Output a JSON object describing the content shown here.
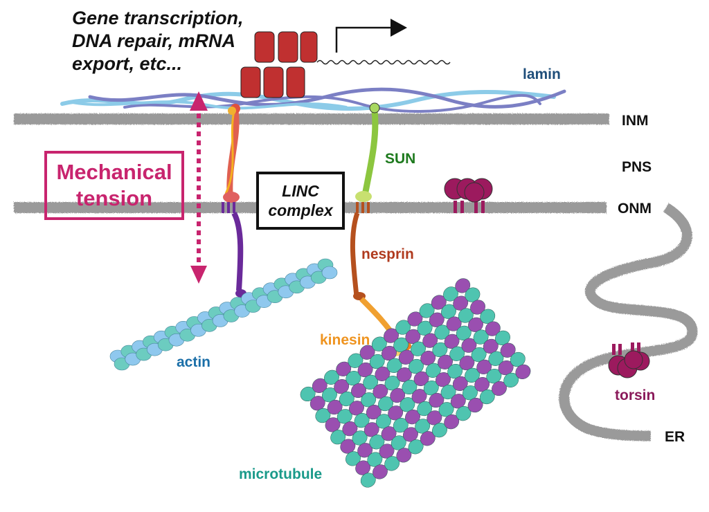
{
  "figure": {
    "headline_lines": [
      "Gene transcription,",
      "DNA repair, mRNA",
      "export, etc..."
    ],
    "mechanical_tension": [
      "Mechanical",
      "tension"
    ],
    "linc_complex": [
      "LINC",
      "complex"
    ],
    "labels": {
      "lamin": "lamin",
      "inm": "INM",
      "pns": "PNS",
      "onm": "ONM",
      "sun": "SUN",
      "nesprin": "nesprin",
      "actin": "actin",
      "kinesin": "kinesin",
      "microtubule": "microtubule",
      "torsin": "torsin",
      "er": "ER"
    },
    "colors": {
      "membrane": "#9a9a9a",
      "lamin_light": "#8ccbe8",
      "lamin_dark": "#7b7fc4",
      "lamin_text": "#1f4e7a",
      "tension": "#c8246e",
      "sun": "#8cc63f",
      "sun_text": "#1e7a1e",
      "nesprin": "#b5501e",
      "nesprin_text": "#b03a1e",
      "actin_light": "#8fc8ee",
      "actin_teal": "#6cccc0",
      "actin_text": "#1b6fa8",
      "kinesin": "#f0a030",
      "kinesin_text": "#ef9420",
      "microtubule_teal": "#4fc4b0",
      "microtubule_purple": "#9a4fb0",
      "microtubule_text": "#1a9a8a",
      "torsin": "#9c1a5e",
      "torsin_text": "#8a1a5a",
      "purple_nesprin": "#6a2a9a",
      "histone": "#c03030"
    }
  }
}
